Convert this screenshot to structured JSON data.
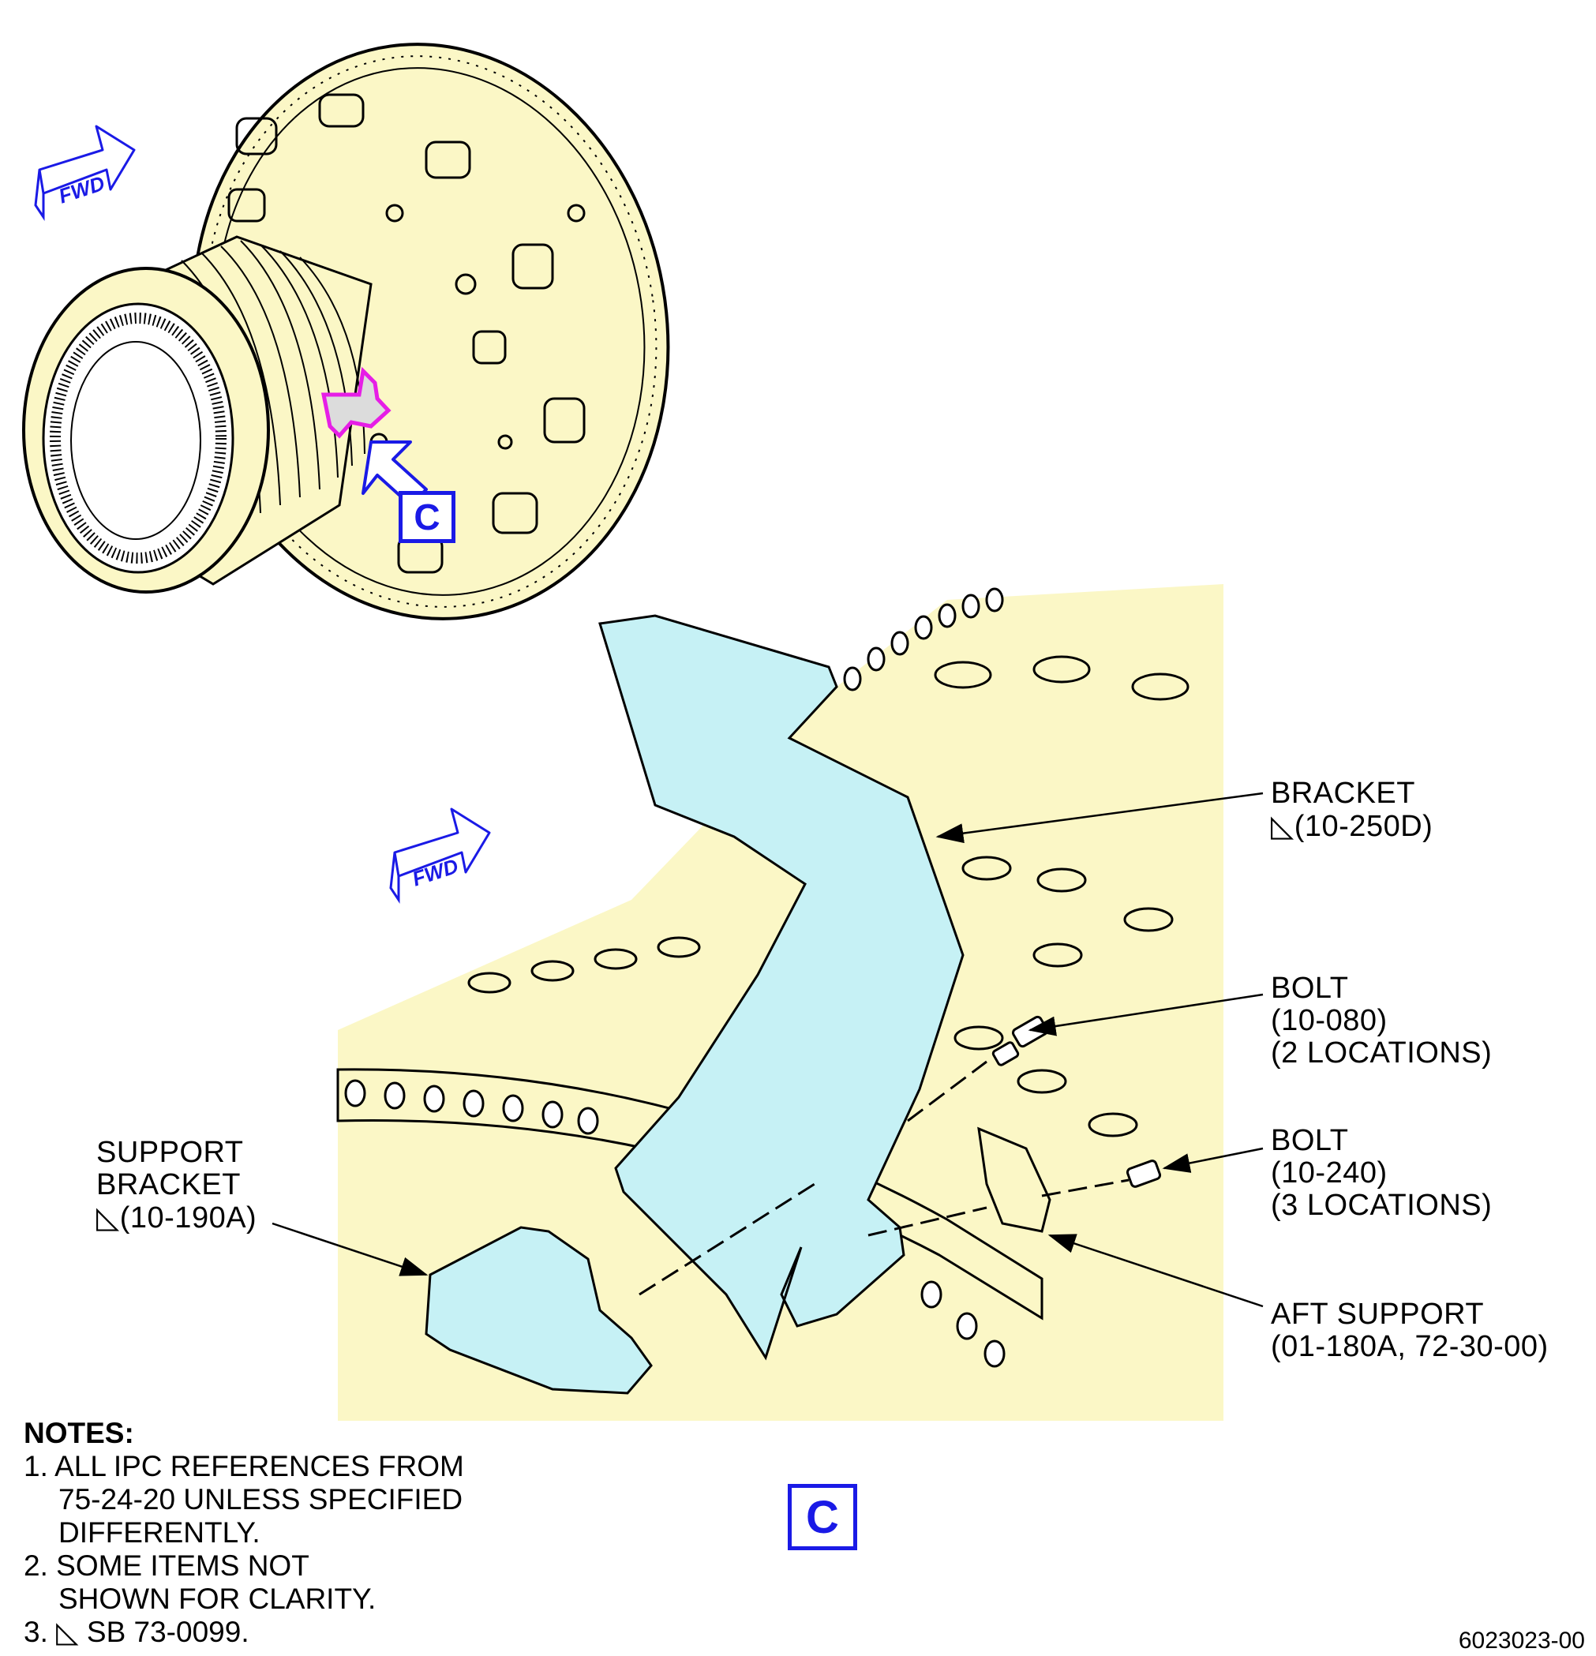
{
  "view_label": "C",
  "fwd_label": "FWD",
  "callouts": {
    "bracket": {
      "name": "BRACKET",
      "ref": "(10-250D)",
      "flag": "◺"
    },
    "bolt_080": {
      "name": "BOLT",
      "ref": "(10-080)",
      "qty": "(2 LOCATIONS)"
    },
    "bolt_240": {
      "name": "BOLT",
      "ref": "(10-240)",
      "qty": "(3 LOCATIONS)"
    },
    "aft_support": {
      "name": "AFT SUPPORT",
      "ref": "(01-180A, 72-30-00)"
    },
    "support_bracket": {
      "line1": "SUPPORT",
      "line2": "BRACKET",
      "ref": "(10-190A)",
      "flag": "◺"
    }
  },
  "notes": {
    "heading": "NOTES:",
    "n1_a": "1. ALL IPC REFERENCES FROM",
    "n1_b": "75-24-20 UNLESS SPECIFIED",
    "n1_c": "DIFFERENTLY.",
    "n2_a": "2. SOME ITEMS NOT",
    "n2_b": "SHOWN FOR CLARITY.",
    "n3_prefix": "3.",
    "n3_flag": "◺",
    "n3_text": "SB 73-0099."
  },
  "figure_id": "6023023-00",
  "colors": {
    "engine_fill": "#fbf7c6",
    "bracket_fill": "#c6f1f5",
    "highlight": "#e61ee6",
    "arrow_blue": "#1a1ae6",
    "line": "#000000"
  }
}
